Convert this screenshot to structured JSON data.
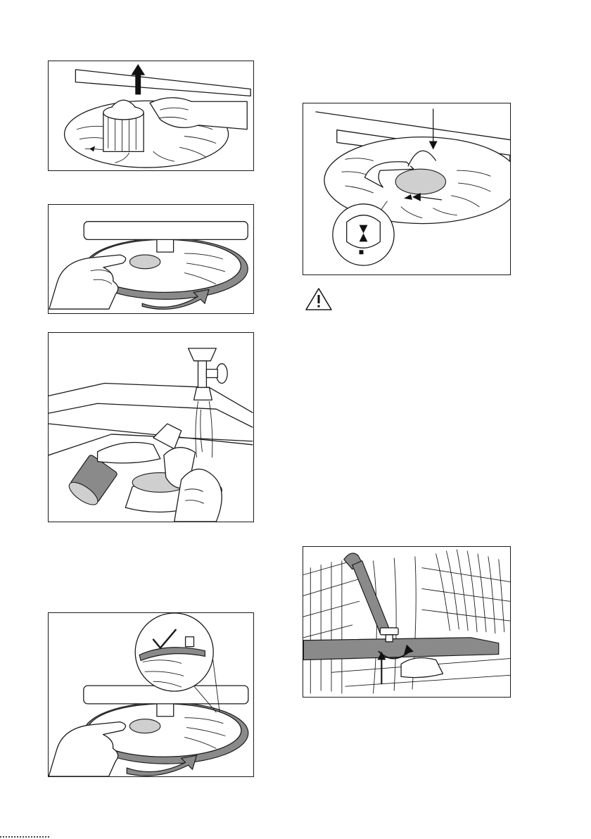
{
  "page": {
    "background": "#ffffff",
    "line_color": "#1a1a1a",
    "fill_grey": "#8a8a8a"
  },
  "figures": [
    {
      "id": "p1",
      "icon": "lift-filter-illustration"
    },
    {
      "id": "p2",
      "icon": "turn-filter-counterclockwise-illustration"
    },
    {
      "id": "p3",
      "icon": "rinse-filter-under-tap-illustration"
    },
    {
      "id": "p4",
      "icon": "turn-filter-clockwise-check-illustration"
    },
    {
      "id": "p5",
      "icon": "insert-filter-aligned-illustration"
    },
    {
      "id": "p6",
      "icon": "remove-spray-arm-illustration"
    }
  ],
  "warning": {
    "icon": "warning-triangle-icon"
  }
}
